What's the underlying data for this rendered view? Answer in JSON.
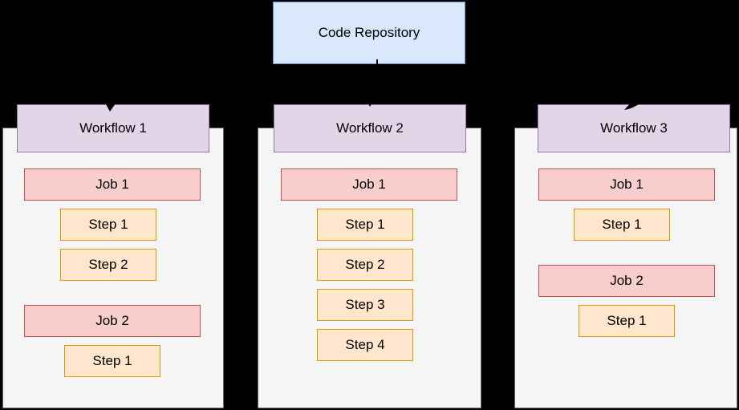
{
  "colors": {
    "background": "#000000",
    "panel_fill": "#f5f5f5",
    "panel_border": "#666666",
    "repository_fill": "#dae8fc",
    "repository_border": "#6c8ebf",
    "workflow_fill": "#e1d5e7",
    "workflow_border": "#9673a6",
    "job_fill": "#f8cecc",
    "job_border": "#b85450",
    "step_fill": "#ffe6cc",
    "step_border": "#d79b00",
    "connector": "#000000",
    "text": "#000000"
  },
  "repository": {
    "label": "Code Repository"
  },
  "workflows": [
    {
      "label": "Workflow 1",
      "jobs": [
        {
          "label": "Job 1",
          "steps": [
            "Step 1",
            "Step 2"
          ]
        },
        {
          "label": "Job 2",
          "steps": [
            "Step 1"
          ]
        }
      ]
    },
    {
      "label": "Workflow 2",
      "jobs": [
        {
          "label": "Job 1",
          "steps": [
            "Step 1",
            "Step 2",
            "Step 3",
            "Step 4"
          ]
        }
      ]
    },
    {
      "label": "Workflow 3",
      "jobs": [
        {
          "label": "Job 1",
          "steps": [
            "Step 1"
          ]
        },
        {
          "label": "Job 2",
          "steps": [
            "Step 1"
          ]
        }
      ]
    }
  ]
}
